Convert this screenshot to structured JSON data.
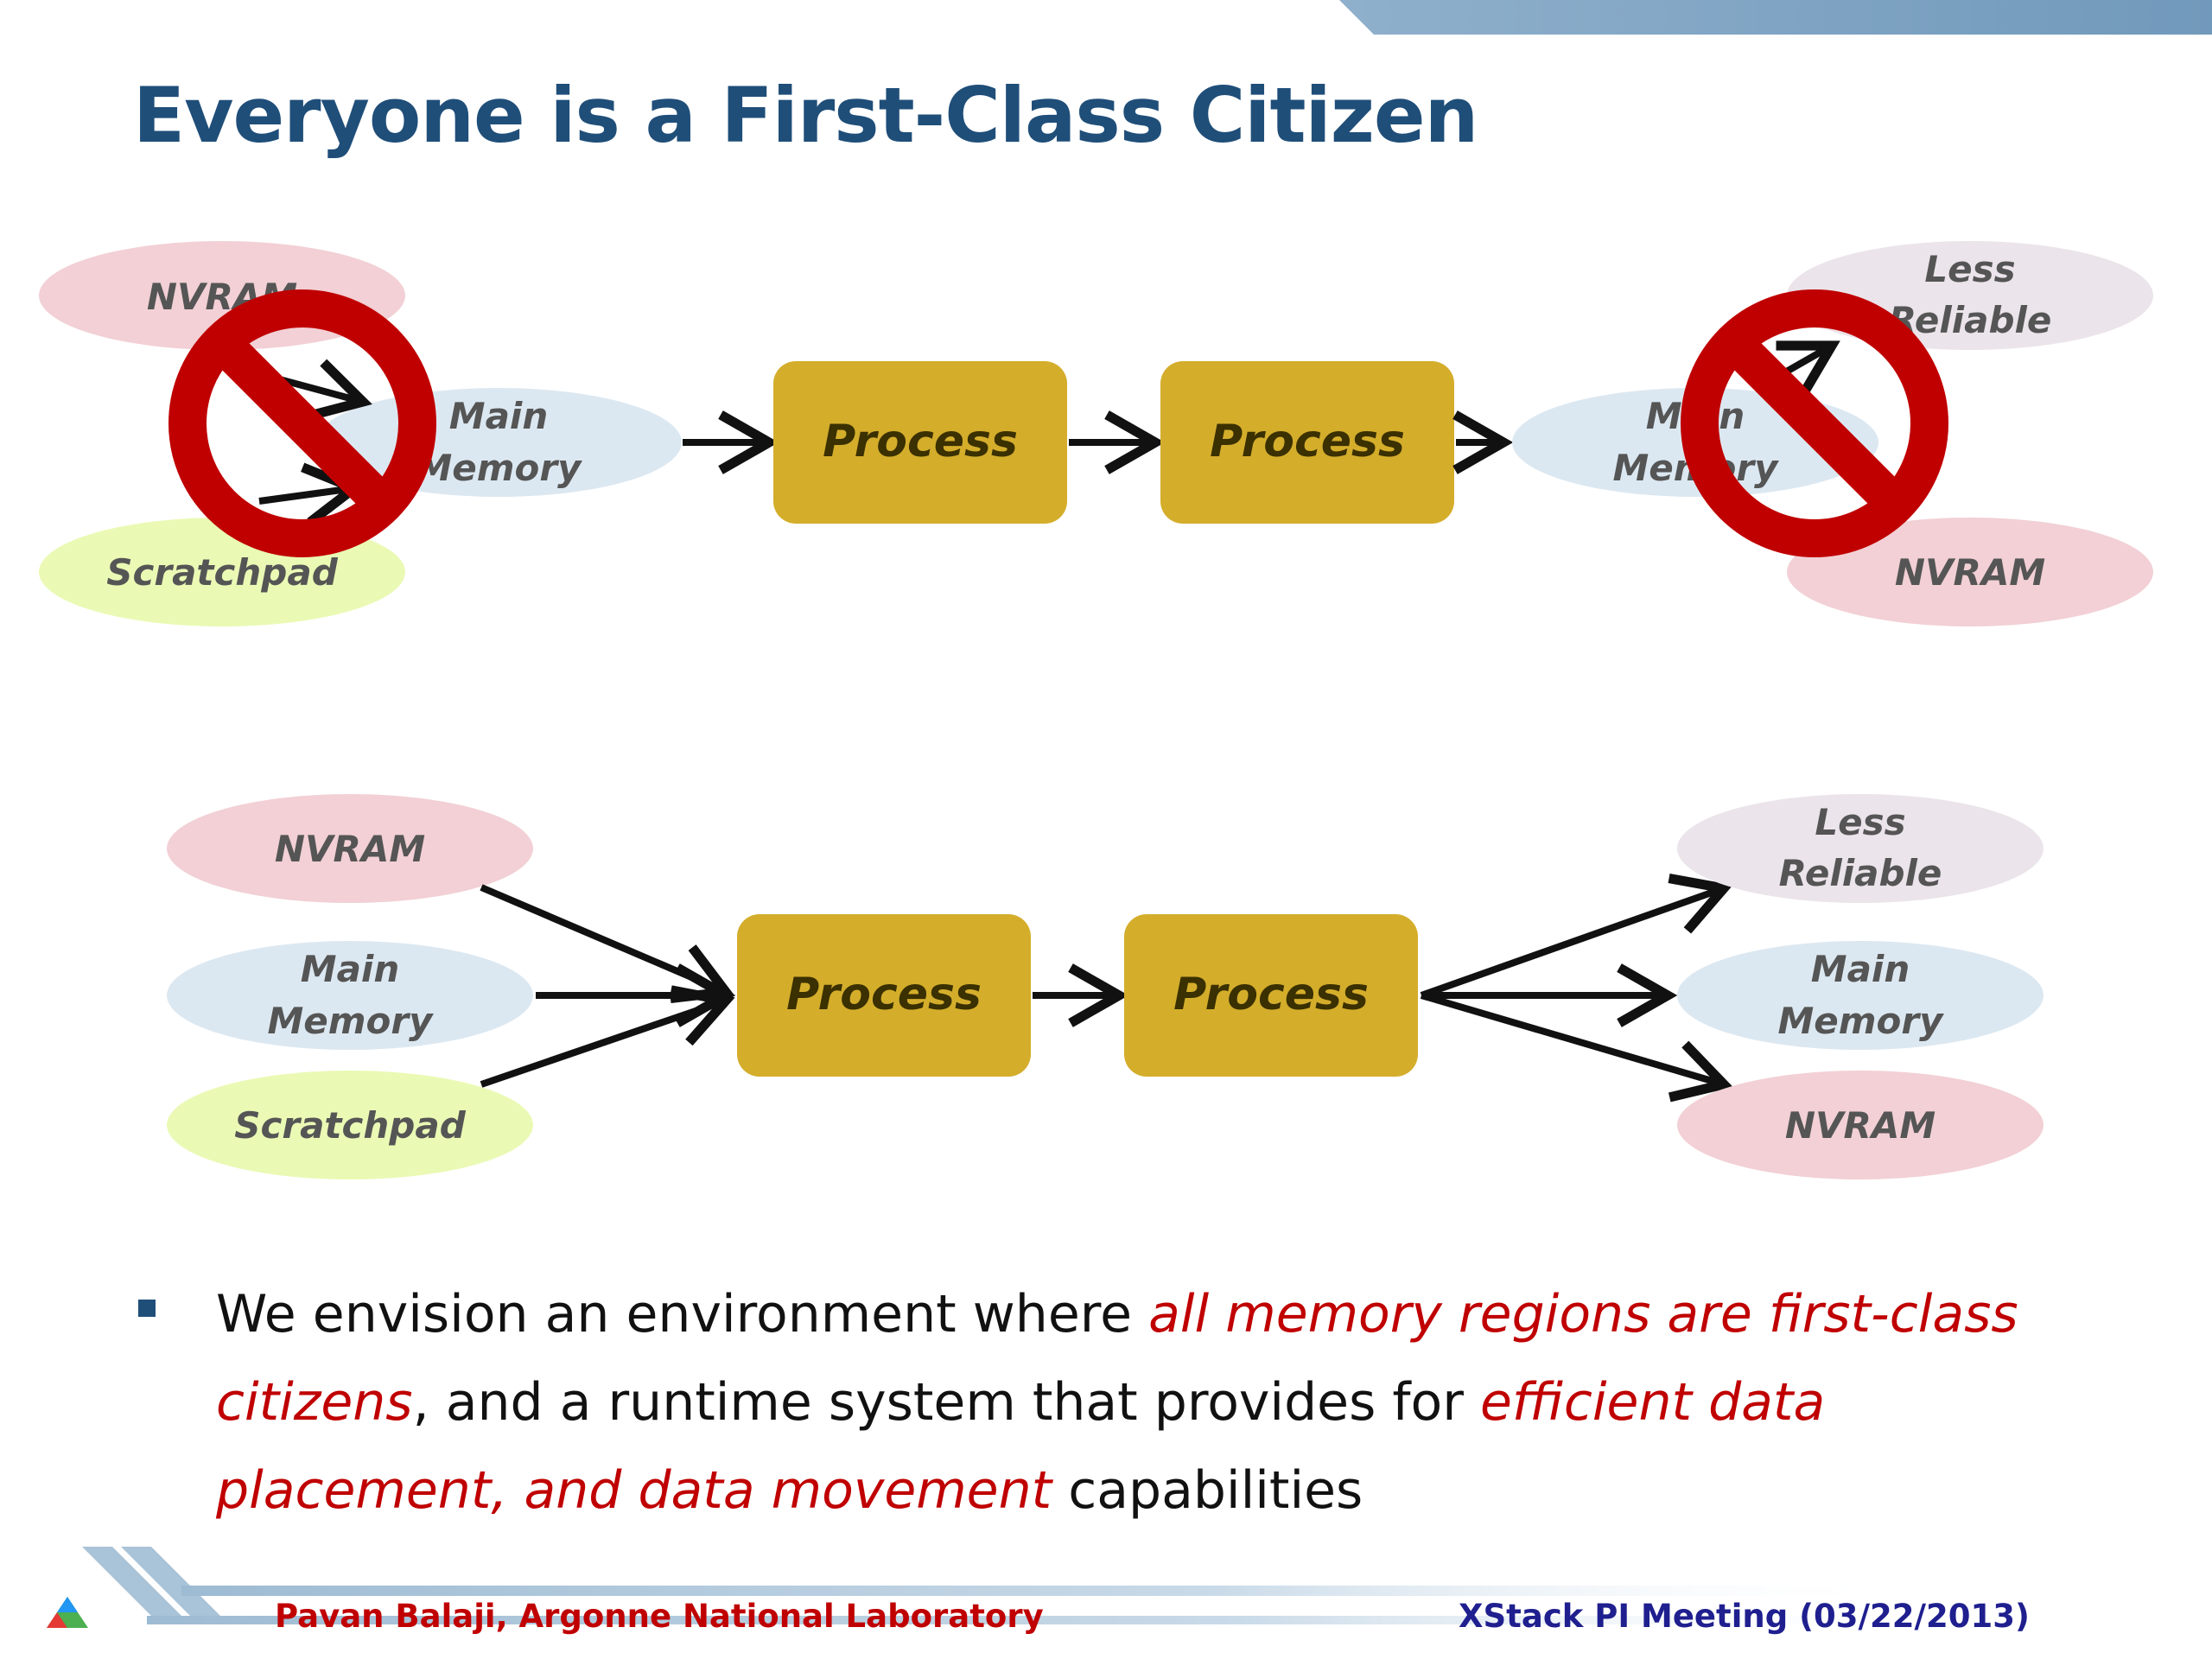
{
  "slide": {
    "title": "Everyone is a First-Class Citizen"
  },
  "colors": {
    "title": "#1f4e79",
    "process_box": "#d4ad2b",
    "nvram": "#f2d0d5",
    "main_memory": "#dce8f1",
    "scratchpad": "#eafab5",
    "less_reliable": "#ebe4ea",
    "prohibition": "#c00000",
    "accent_red": "#c00000",
    "footer_right": "#1f1f8f"
  },
  "diagram_top": {
    "left_nodes": {
      "nvram": "NVRAM",
      "main_memory_line1": "Main",
      "main_memory_line2": "Memory",
      "scratchpad": "Scratchpad"
    },
    "process_1": "Process",
    "process_2": "Process",
    "right_nodes": {
      "less_reliable_line1": "Less",
      "less_reliable_line2": "Reliable",
      "main_memory_line1": "Main",
      "main_memory_line2": "Memory",
      "nvram": "NVRAM"
    },
    "prohibited": true
  },
  "diagram_bottom": {
    "left_nodes": {
      "nvram": "NVRAM",
      "main_memory_line1": "Main",
      "main_memory_line2": "Memory",
      "scratchpad": "Scratchpad"
    },
    "process_1": "Process",
    "process_2": "Process",
    "right_nodes": {
      "less_reliable_line1": "Less",
      "less_reliable_line2": "Reliable",
      "main_memory_line1": "Main",
      "main_memory_line2": "Memory",
      "nvram": "NVRAM"
    }
  },
  "bullet": {
    "seg1": "We envision an environment where ",
    "seg2": "all memory regions are first-class citizens",
    "seg3": ", and a runtime system that provides for ",
    "seg4": "efficient data placement, and data movement",
    "seg5": " capabilities"
  },
  "footer": {
    "left": "Pavan Balaji, Argonne National Laboratory",
    "right": "XStack PI Meeting (03/22/2013)"
  }
}
